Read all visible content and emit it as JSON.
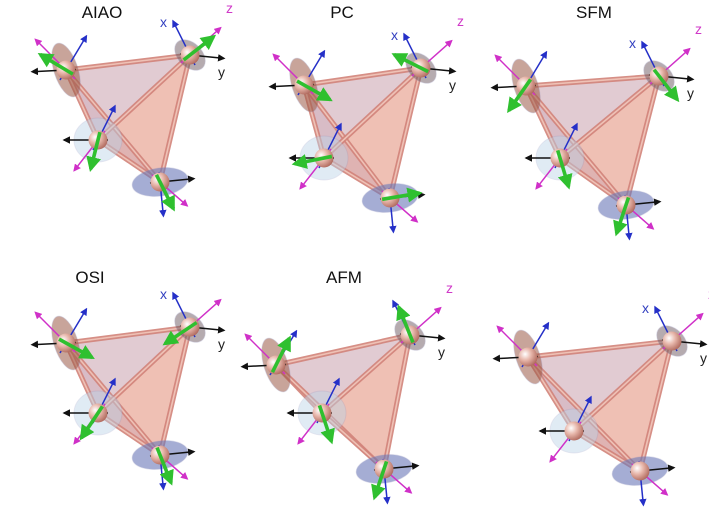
{
  "panels": [
    {
      "title": "AIAO",
      "axis_labels": {
        "x": "x",
        "y": "y",
        "z": "z"
      }
    },
    {
      "title": "PC",
      "axis_labels": {
        "x": "x",
        "y": "y",
        "z": "z"
      }
    },
    {
      "title": "SFM",
      "axis_labels": {
        "x": "x",
        "y": "y",
        "z": "z"
      }
    },
    {
      "title": "OSI",
      "axis_labels": {
        "x": "x",
        "y": "y",
        "z": ""
      }
    },
    {
      "title": "AFM",
      "axis_labels": {
        "x": "",
        "y": "y",
        "z": "z"
      }
    },
    {
      "title": "",
      "axis_labels": {
        "x": "x",
        "y": "y",
        "z": "z"
      }
    }
  ],
  "colors": {
    "tetra_fill": "#e9a898",
    "tetra_edge": "#d2837a",
    "ion": "#e8b0a4",
    "disk_brown": "#9c5a48",
    "disk_blue": "#6a78b8",
    "disk_light": "#bcd4e8",
    "arrow_green": "#2fc02f",
    "arrow_blue": "#2530c8",
    "arrow_magenta": "#d030c8",
    "arrow_black": "#111111",
    "label_x": "#3340c0",
    "label_y": "#222222",
    "label_z": "#d038c8"
  },
  "icons": {
    "spin_moment": "green-arrow-icon",
    "local_axis_x": "blue-arrow-icon",
    "local_axis_y": "black-arrow-icon",
    "local_axis_z": "magenta-arrow-icon"
  }
}
